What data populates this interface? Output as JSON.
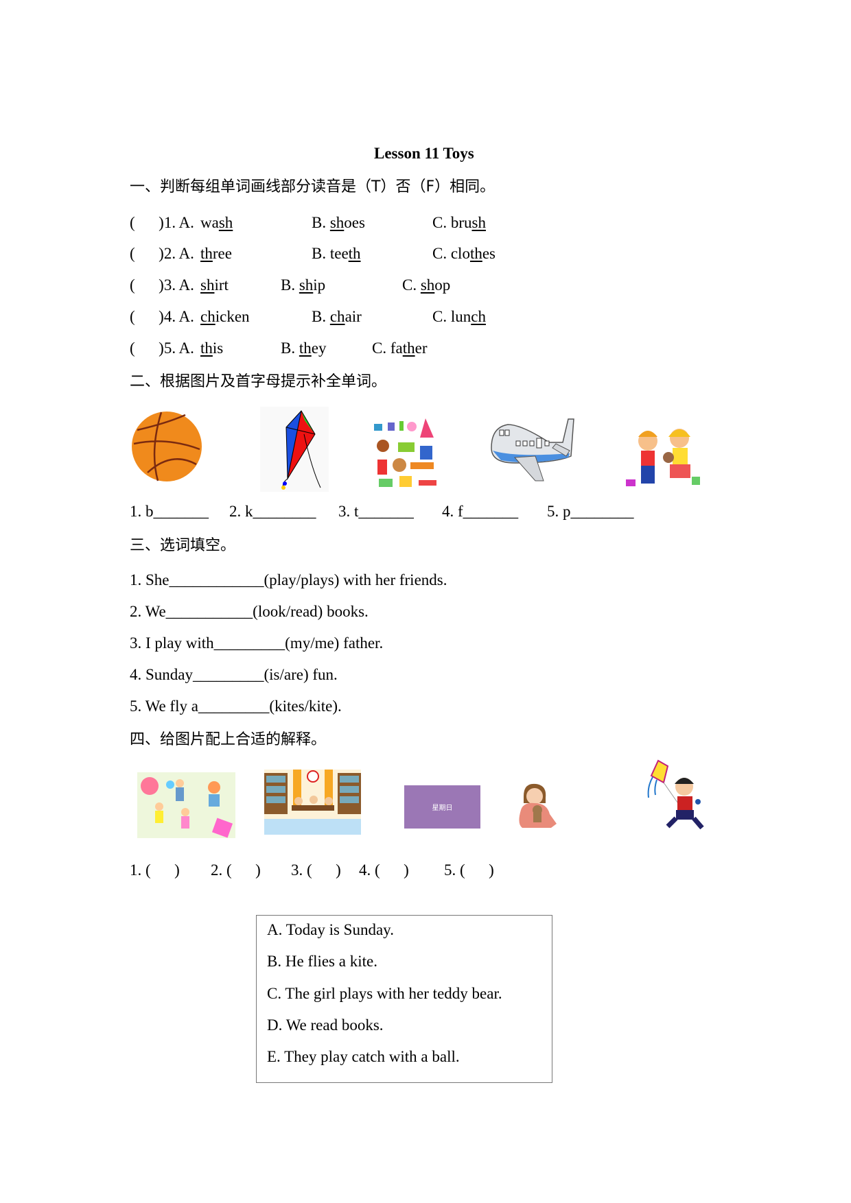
{
  "title": "Lesson 11 Toys",
  "section1": {
    "heading": "一、判断每组单词画线部分读音是（T）否（F）相同。",
    "rows": [
      {
        "num": "(      )1. A. ",
        "a": [
          "wa",
          "sh",
          ""
        ],
        "b": [
          "B. ",
          "sh",
          "oes"
        ],
        "c": [
          "C. bru",
          "sh",
          ""
        ]
      },
      {
        "num": "(      )2. A. ",
        "a": [
          "",
          "th",
          "ree"
        ],
        "b": [
          "B. tee",
          "th",
          ""
        ],
        "c": [
          "C. clo",
          "th",
          "es"
        ]
      },
      {
        "num": "(      )3. A. ",
        "a": [
          "",
          "sh",
          "irt"
        ],
        "b": [
          "B. ",
          "sh",
          "ip"
        ],
        "c": [
          "C. ",
          "sh",
          "op"
        ]
      },
      {
        "num": "(      )4. A. ",
        "a": [
          "",
          "ch",
          "icken"
        ],
        "b": [
          "B. ",
          "ch",
          "air"
        ],
        "c": [
          "C. lun",
          "ch",
          ""
        ]
      },
      {
        "num": "(      )5. A. ",
        "a": [
          "",
          "th",
          "is"
        ],
        "b": [
          "B. ",
          "th",
          "ey"
        ],
        "c": [
          "C. fa",
          "th",
          "er"
        ]
      }
    ]
  },
  "section2": {
    "heading": "二、根据图片及首字母提示补全单词。",
    "images": [
      "basketball",
      "kite",
      "toys",
      "plane",
      "children-playing"
    ],
    "blanks": [
      "1. b_______",
      "2. k________",
      "3. t_______",
      "4. f_______",
      "5. p________"
    ]
  },
  "section3": {
    "heading": "三、选词填空。",
    "items": [
      "1. She____________(play/plays) with her friends.",
      "2. We___________(look/read) books.",
      "3. I play with_________(my/me) father.",
      "4. Sunday_________(is/are) fun.",
      "5. We fly a_________(kites/kite)."
    ]
  },
  "section4": {
    "heading": "四、给图片配上合适的解释。",
    "images": [
      "children-playing-ball",
      "library-reading",
      "sunday-card",
      "girl-with-teddy-bear",
      "boy-flying-kite"
    ],
    "sunday_card_text": "星期日",
    "answers": [
      "1. (      )",
      "2. (      )",
      "3. (      )",
      "4. (      )",
      "5. (      )"
    ],
    "options": [
      "A. Today is Sunday.",
      "B. He flies a kite.",
      "C. The girl plays with her teddy bear.",
      "D. We read books.",
      "E. They play catch with a ball."
    ]
  },
  "colors": {
    "card_purple": "#9b77b5",
    "ball_orange": "#f08a1c",
    "box_border": "#777777"
  }
}
